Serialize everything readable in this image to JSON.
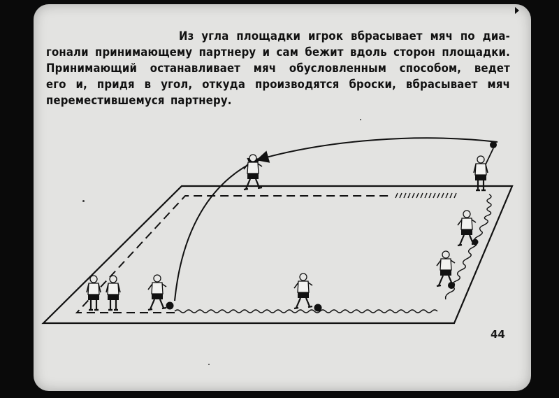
{
  "text": {
    "lines": [
      "Из угла площадки игрок вбрасывает мяч по диа-",
      "гонали принимающему партнеру и сам бежит вдоль сторон площадки.",
      "Принимающий останавливает мяч обусловленным способом, ведет",
      "его и, придя в угол, откуда производятся броски, вбрасывает мяч",
      "переместившемуся партнеру."
    ]
  },
  "page_number": "44",
  "colors": {
    "paper": "#e3e3e1",
    "ink": "#111111",
    "border": "#0a0a0a"
  }
}
